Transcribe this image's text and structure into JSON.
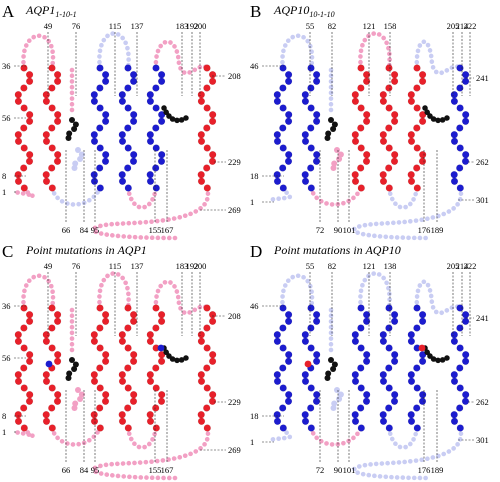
{
  "colors": {
    "red": "#e8202a",
    "blue": "#1c1ccf",
    "pink": "#f2a0c4",
    "lavender": "#c9cdf3",
    "black": "#111111"
  },
  "panels": [
    {
      "letter": "A",
      "title_main": "AQP1",
      "title_sub": "1-10-1",
      "top_labels": [
        "49",
        "76",
        "115",
        "137",
        "183",
        "192",
        "200"
      ],
      "bottom_labels": [
        "66",
        "84",
        "95",
        "155",
        "167"
      ],
      "left_labels": [
        "36",
        "56",
        "8",
        "1"
      ],
      "right_labels": [
        "208",
        "229",
        "269"
      ],
      "helix_colors": [
        "red",
        "red",
        "blue",
        "blue",
        "blue",
        "red"
      ],
      "half_helix_color": "lavender",
      "loop_colors": {
        "nterm": "pink",
        "a": "pink",
        "b": "lavender",
        "c": "lavender",
        "d": "pink",
        "e": "pink",
        "cterm": "pink"
      }
    },
    {
      "letter": "B",
      "title_main": "AQP10",
      "title_sub": "10-1-10",
      "top_labels": [
        "55",
        "82",
        "121",
        "158",
        "205",
        "214",
        "222"
      ],
      "bottom_labels": [
        "72",
        "90",
        "101",
        "176",
        "189"
      ],
      "left_labels": [
        "46",
        "18",
        "1"
      ],
      "right_labels": [
        "241",
        "262",
        "301"
      ],
      "helix_colors": [
        "blue",
        "blue",
        "red",
        "red",
        "red",
        "blue"
      ],
      "half_helix_color": "pink",
      "loop_colors": {
        "nterm": "lavender",
        "a": "lavender",
        "b": "pink",
        "c": "pink",
        "d": "lavender",
        "e": "lavender",
        "cterm": "lavender"
      }
    },
    {
      "letter": "C",
      "title_main": "Point mutations in AQP1",
      "title_sub": "",
      "top_labels": [
        "49",
        "76",
        "115",
        "137",
        "183",
        "192",
        "200"
      ],
      "bottom_labels": [
        "66",
        "84",
        "95",
        "155",
        "167"
      ],
      "left_labels": [
        "36",
        "56",
        "8",
        "1"
      ],
      "right_labels": [
        "208",
        "229",
        "269"
      ],
      "helix_colors": [
        "red",
        "red",
        "red",
        "red",
        "red",
        "red"
      ],
      "half_helix_color": "pink",
      "loop_colors": {
        "nterm": "pink",
        "a": "pink",
        "b": "pink",
        "c": "pink",
        "d": "pink",
        "e": "pink",
        "cterm": "pink"
      }
    },
    {
      "letter": "D",
      "title_main": "Point mutations in AQP10",
      "title_sub": "",
      "top_labels": [
        "55",
        "82",
        "121",
        "138",
        "205",
        "214",
        "222"
      ],
      "bottom_labels": [
        "72",
        "90",
        "101",
        "176",
        "189"
      ],
      "left_labels": [
        "46",
        "18",
        "1"
      ],
      "right_labels": [
        "241",
        "262",
        "301"
      ],
      "helix_colors": [
        "blue",
        "blue",
        "blue",
        "blue",
        "blue",
        "blue"
      ],
      "half_helix_color": "lavender",
      "loop_colors": {
        "nterm": "lavender",
        "a": "lavender",
        "b": "pink",
        "c": "lavender",
        "d": "lavender",
        "e": "lavender",
        "cterm": "lavender"
      }
    }
  ]
}
